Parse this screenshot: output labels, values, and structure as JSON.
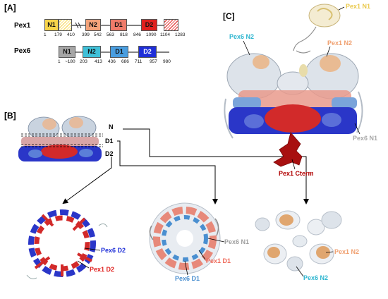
{
  "panels": {
    "a": "[A]",
    "b": "[B]",
    "c": "[C]"
  },
  "pex1": {
    "name": "Pex1",
    "domains": [
      {
        "label": "N1",
        "color": "#f7d44a"
      },
      {
        "label": "N2",
        "color": "#f4a37a"
      },
      {
        "label": "D1",
        "color": "#ef7b6a"
      },
      {
        "label": "D2",
        "color": "#e0201e"
      }
    ],
    "hatch_colors": [
      "#f7d44a",
      "#e0201e"
    ],
    "numbers": [
      "1",
      "179",
      "410",
      "399",
      "542",
      "563",
      "818",
      "846",
      "1090",
      "1104",
      "1283"
    ]
  },
  "pex6": {
    "name": "Pex6",
    "domains": [
      {
        "label": "N1",
        "color": "#a6a6a6"
      },
      {
        "label": "N2",
        "color": "#3fc0d8"
      },
      {
        "label": "D1",
        "color": "#4a9ee0"
      },
      {
        "label": "D2",
        "color": "#1f2fd8"
      }
    ],
    "numbers": [
      "1",
      "~180",
      "203",
      "413",
      "436",
      "686",
      "711",
      "957",
      "980"
    ]
  },
  "panel_b": {
    "levels": [
      "N",
      "D1",
      "D2"
    ],
    "labels": {
      "pex6_d2": "Pex6 D2",
      "pex1_d2": "Pex1 D2",
      "pex6_n1_mid": "Pex6 N1",
      "pex1_d1": "Pex1 D1",
      "pex6_d1": "Pex6 D1",
      "pex1_n2_right": "Pex1 N2",
      "pex6_n2_right": "Pex6 N2"
    }
  },
  "panel_c": {
    "labels": {
      "pex1_n1": "Pex1 N1",
      "pex6_n2": "Pex6 N2",
      "pex1_n2": "Pex1 N2",
      "pex6_n1": "Pex6 N1",
      "pex1_cterm": "Pex1 Cterm"
    }
  },
  "colors": {
    "pex1_n1": "#e9c84a",
    "pex6_n2": "#2fb6d0",
    "pex1_n2": "#f0a070",
    "pex6_n1": "#a8a8a8",
    "pex1_cterm": "#b00000",
    "pex6_d2": "#1f2fd8",
    "pex1_d2": "#e0201e",
    "pex1_d1": "#ef6a5a",
    "pex6_d1": "#4a8fd0"
  }
}
